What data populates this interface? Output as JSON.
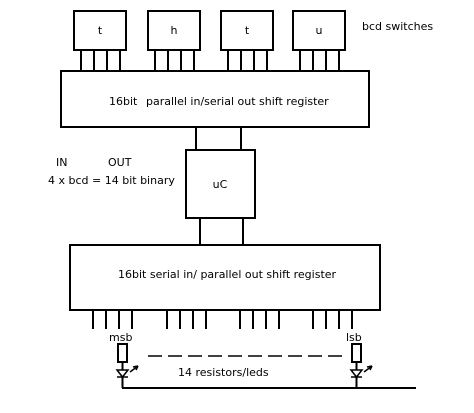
{
  "switches": [
    {
      "label": "t"
    },
    {
      "label": "h"
    },
    {
      "label": "t"
    },
    {
      "label": "u"
    }
  ],
  "switches_caption": "bcd switches",
  "input_register": {
    "bits": "16bit",
    "label": "parallel in/serial out shift register"
  },
  "io": {
    "in_label": "IN",
    "out_label": "OUT",
    "conversion": "4 x  bcd = 14 bit binary"
  },
  "controller": {
    "label": "uC"
  },
  "output_register": {
    "label": "16bit serial in/ parallel out shift register"
  },
  "outputs": {
    "msb_label": "msb",
    "lsb_label": "lsb",
    "caption": "14 resistors/leds"
  }
}
